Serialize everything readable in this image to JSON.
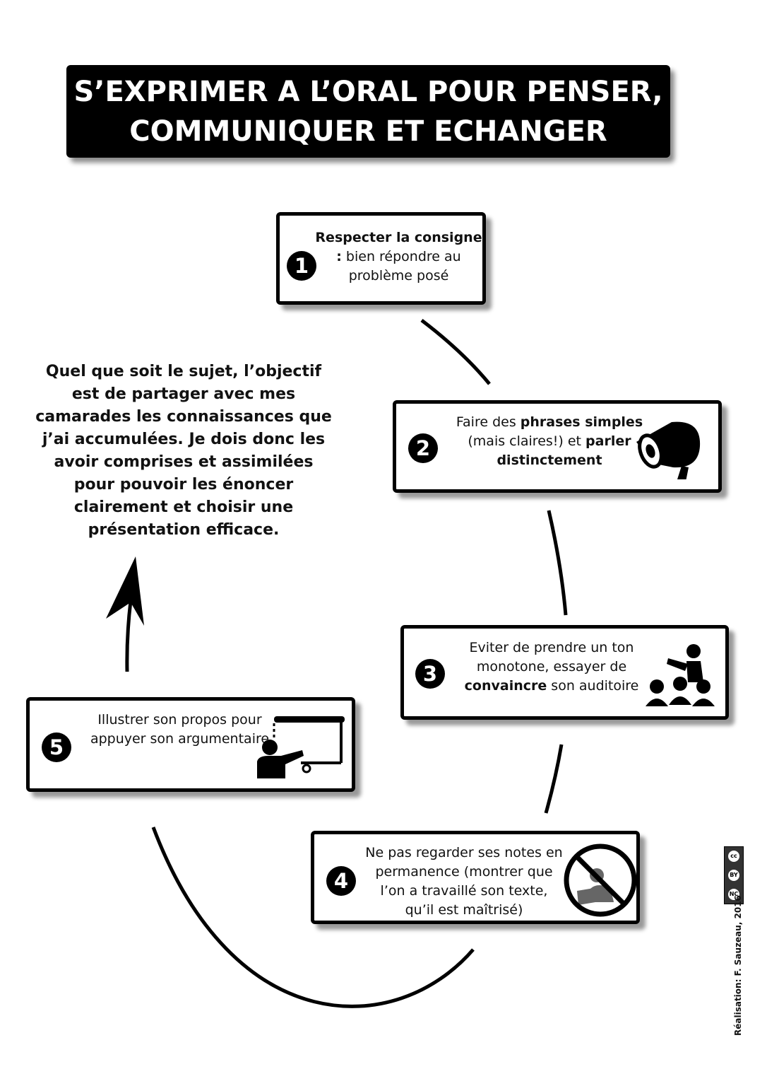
{
  "title": {
    "line1": "S’EXPRIMER A L’ORAL POUR PENSER,",
    "line2": "COMMUNIQUER ET ECHANGER"
  },
  "intro": "Quel que soit le sujet, l’objectif est de partager avec mes camarades les connaissances que j’ai accumulées. Je dois donc les avoir comprises et assimilées pour pouvoir les énoncer clairement et choisir une présentation efficace.",
  "steps": [
    {
      "number": "1",
      "parts": [
        {
          "text": "Respecter la consigne :",
          "bold": true
        },
        {
          "text": " bien répondre au problème posé",
          "bold": false
        }
      ],
      "icon": "none"
    },
    {
      "number": "2",
      "parts": [
        {
          "text": "Faire des ",
          "bold": false
        },
        {
          "text": "phrases simples",
          "bold": true
        },
        {
          "text": " (mais claires!) et ",
          "bold": false
        },
        {
          "text": "parler distinctement",
          "bold": true
        }
      ],
      "icon": "megaphone-icon"
    },
    {
      "number": "3",
      "parts": [
        {
          "text": "Eviter de prendre un ton monotone, essayer de ",
          "bold": false
        },
        {
          "text": "convaincre",
          "bold": true
        },
        {
          "text": " son auditoire",
          "bold": false
        }
      ],
      "icon": "speaker-audience-icon"
    },
    {
      "number": "4",
      "parts": [
        {
          "text": "Ne pas regarder ses notes en permanence (montrer que l’on a travaillé son texte, qu’il est maîtrisé)",
          "bold": false
        }
      ],
      "icon": "no-reading-notes-icon"
    },
    {
      "number": "5",
      "parts": [
        {
          "text": "Illustrer son propos pour appuyer son argumentaire",
          "bold": false
        }
      ],
      "icon": "presenter-screen-icon"
    }
  ],
  "credit": "Réalisation: F. Sauzeau, 2016",
  "license": {
    "icon": "cc-by-nc-icon",
    "labels": [
      "cc",
      "BY",
      "NC"
    ]
  }
}
